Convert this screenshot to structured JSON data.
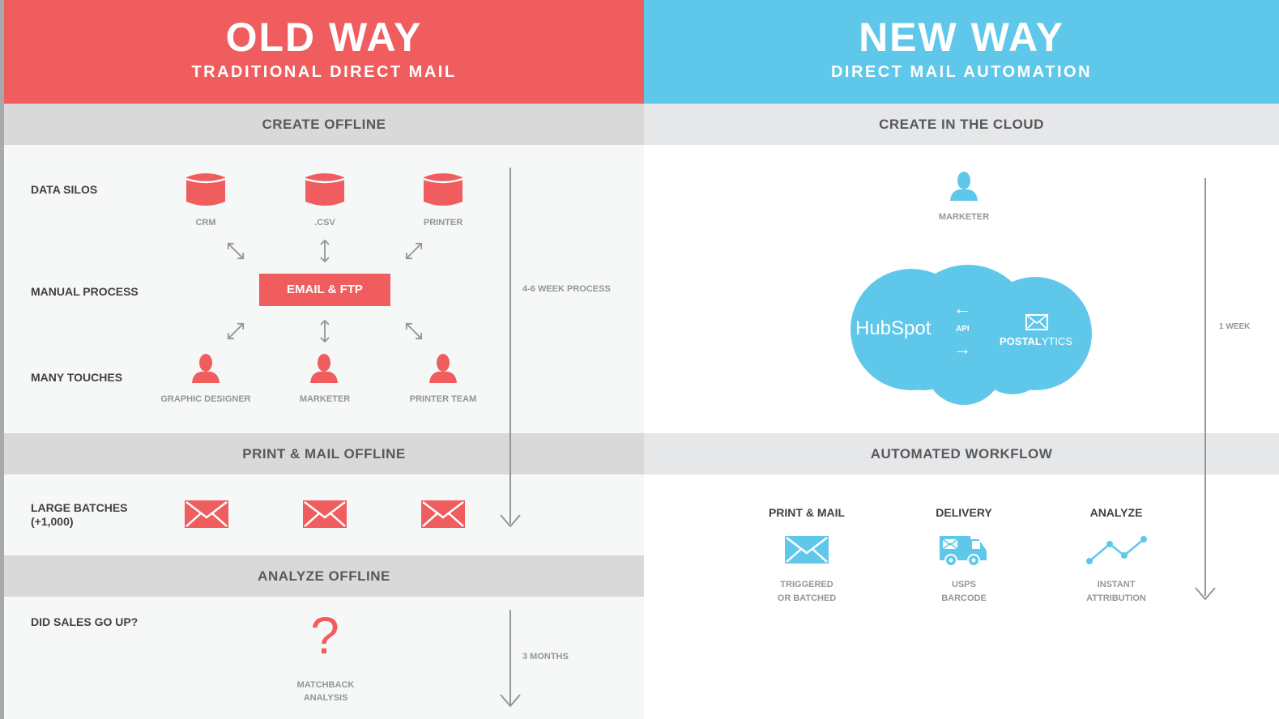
{
  "colors": {
    "red": "#f05d5e",
    "blue": "#5fc8ea",
    "gray_text": "#939598",
    "dark_text": "#414042"
  },
  "old": {
    "title": "OLD WAY",
    "subtitle": "TRADITIONAL DIRECT MAIL",
    "band1": "CREATE OFFLINE",
    "band2": "PRINT & MAIL OFFLINE",
    "band3": "ANALYZE OFFLINE",
    "rows": {
      "data_silos": "DATA SILOS",
      "manual_process": "MANUAL PROCESS",
      "many_touches": "MANY TOUCHES",
      "large_batches": "LARGE BATCHES",
      "large_batches_count": "(+1,000)",
      "did_sales": "DID SALES GO UP?"
    },
    "silos": [
      "CRM",
      ".CSV",
      "PRINTER"
    ],
    "process_box": "EMAIL & FTP",
    "people": [
      "GRAPHIC DESIGNER",
      "MARKETER",
      "PRINTER TEAM"
    ],
    "duration1": "4-6 WEEK PROCESS",
    "duration2": "3 MONTHS",
    "matchback": [
      "MATCHBACK",
      "ANALYSIS"
    ]
  },
  "new": {
    "title": "NEW WAY",
    "subtitle": "DIRECT MAIL AUTOMATION",
    "band1": "CREATE IN THE CLOUD",
    "band2": "AUTOMATED WORKFLOW",
    "marketer": "MARKETER",
    "hubspot": "HubSpot",
    "api": "API",
    "postalytics_bold": "POSTAL",
    "postalytics_rest": "YTICS",
    "duration": "1 WEEK",
    "steps": [
      {
        "title": "PRINT & MAIL",
        "l1": "TRIGGERED",
        "l2": "OR BATCHED",
        "icon": "envelope-icon"
      },
      {
        "title": "DELIVERY",
        "l1": "USPS",
        "l2": "BARCODE",
        "icon": "truck-icon"
      },
      {
        "title": "ANALYZE",
        "l1": "INSTANT",
        "l2": "ATTRIBUTION",
        "icon": "line-chart-icon"
      }
    ]
  }
}
